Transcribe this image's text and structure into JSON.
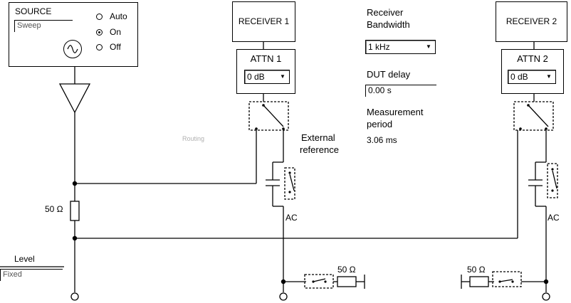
{
  "source": {
    "title": "SOURCE",
    "mode_value": "Sweep",
    "options": [
      {
        "label": "Auto",
        "selected": false
      },
      {
        "label": "On",
        "selected": true
      },
      {
        "label": "Off",
        "selected": false
      }
    ]
  },
  "receiver1": {
    "label": "RECEIVER 1"
  },
  "receiver2": {
    "label": "RECEIVER 2"
  },
  "attn1": {
    "label": "ATTN 1",
    "value": "0 dB"
  },
  "attn2": {
    "label": "ATTN 2",
    "value": "0 dB"
  },
  "bandwidth": {
    "label_line1": "Receiver",
    "label_line2": "Bandwidth",
    "value": "1 kHz"
  },
  "dut_delay": {
    "label": "DUT delay",
    "value": "0.00 s"
  },
  "measurement": {
    "label_line1": "Measurement",
    "label_line2": "period",
    "value": "3.06 ms"
  },
  "external_reference": {
    "line1": "External",
    "line2": "reference"
  },
  "faint_label": "Routing",
  "resistor_source": "50 Ω",
  "resistor_port1": "50 Ω",
  "resistor_port2": "50 Ω",
  "ac1": "AC",
  "ac2": "AC",
  "level": {
    "label": "Level",
    "value": "Fixed"
  }
}
